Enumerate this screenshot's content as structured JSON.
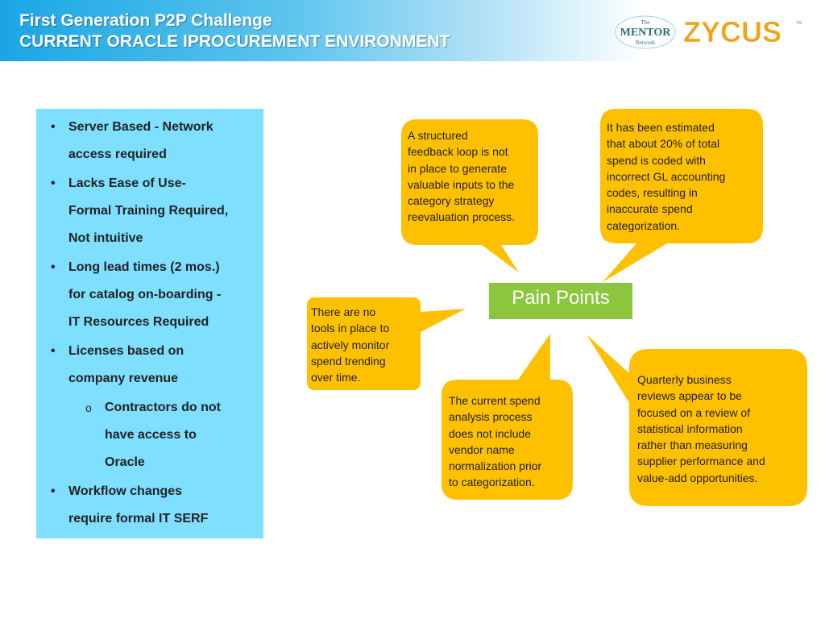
{
  "header": {
    "title_line1": "First Generation P2P Challenge",
    "title_line2": "CURRENT ORACLE IPROCUREMENT ENVIRONMENT"
  },
  "logos": {
    "mentor_logo_text": "The MENTOR Network",
    "zycus_logo_text": "ZYCUS"
  },
  "issues": {
    "bullet_marker": "•",
    "sub_marker": "o",
    "items": [
      {
        "text_lines": [
          "Server Based - Network",
          "access required"
        ]
      },
      {
        "text_lines": [
          "Lacks Ease of Use-",
          "Formal Training Required,",
          "Not intuitive"
        ]
      },
      {
        "text_lines": [
          "Long lead times (2 mos.)",
          "for catalog on-boarding -",
          "IT Resources Required"
        ]
      },
      {
        "text_lines": [
          "Licenses based on",
          "company revenue"
        ]
      },
      {
        "text_lines": [
          "Contractors do not",
          "have access to",
          "Oracle"
        ]
      },
      {
        "text_lines": [
          "Workflow changes",
          "require formal IT SERF"
        ]
      }
    ]
  },
  "pain_points": {
    "label": "Pain Points",
    "bubbles": [
      {
        "text_lines": [
          "A structured",
          "feedback loop is not",
          "in place to generate",
          "valuable inputs to the",
          "category strategy",
          "reevaluation process."
        ]
      },
      {
        "text_lines": [
          "It has been estimated",
          "that about 20% of total",
          "spend is coded with",
          "incorrect GL accounting",
          "codes, resulting in",
          "inaccurate spend",
          "categorization."
        ]
      },
      {
        "text_lines": [
          "There are no",
          "tools in place to",
          "actively monitor",
          "spend trending",
          "over time."
        ]
      },
      {
        "text_lines": [
          "The current spend",
          "analysis process",
          "does not include",
          "vendor name",
          "normalization prior",
          "to categorization."
        ]
      },
      {
        "text_lines": [
          "Quarterly business",
          "reviews appear to be",
          "focused on a review of",
          "statistical information",
          "rather than measuring",
          "supplier performance and",
          "value-add opportunities."
        ]
      }
    ]
  },
  "colors": {
    "header_blue": "#1aa6e4",
    "box_blue": "#7fdfff",
    "bubble_yellow": "#ffc000",
    "pain_green": "#8cc63f"
  }
}
